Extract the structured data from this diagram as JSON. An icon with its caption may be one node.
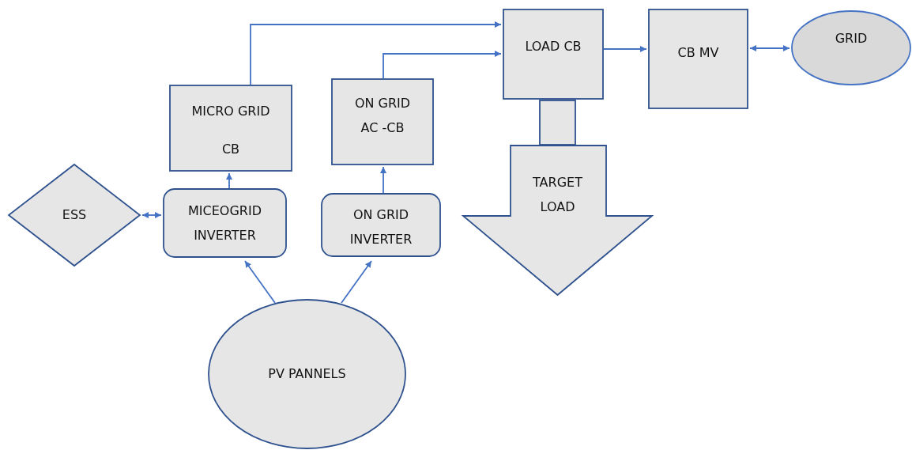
{
  "diagram": {
    "nodes": [
      {
        "text": [
          "LOAD CB"
        ]
      },
      {
        "text": [
          "CB MV"
        ]
      },
      {
        "text": [
          "GRID"
        ]
      },
      {
        "text": [
          "MICRO GRID CB"
        ]
      },
      {
        "text": [
          "ON GRID AC -CB"
        ]
      },
      {
        "text": [
          "ESS"
        ]
      },
      {
        "text": [
          "MICEOGRID INVERTER"
        ]
      },
      {
        "text": [
          "ON GRID INVERTER"
        ]
      },
      {
        "text": [],
        "shape": "box"
      },
      {
        "text": [
          "TARGET LOAD"
        ]
      },
      {
        "text": [
          "PV PANNELS"
        ]
      }
    ],
    "edges": [
      {
        "from": 3,
        "to": 0,
        "arrow": "to"
      },
      {
        "from": 4,
        "to": 0,
        "arrow": "to"
      },
      {
        "from": 0,
        "to": 1,
        "arrow": "to"
      },
      {
        "from": 1,
        "to": 2,
        "arrow": "both"
      },
      {
        "from": 6,
        "to": 3,
        "arrow": "to"
      },
      {
        "from": 7,
        "to": 4,
        "arrow": "to"
      },
      {
        "from": 5,
        "to": 6,
        "arrow": "both"
      },
      {
        "from": 10,
        "to": 6,
        "arrow": "to"
      },
      {
        "from": 10,
        "to": 7,
        "arrow": "to"
      }
    ]
  }
}
